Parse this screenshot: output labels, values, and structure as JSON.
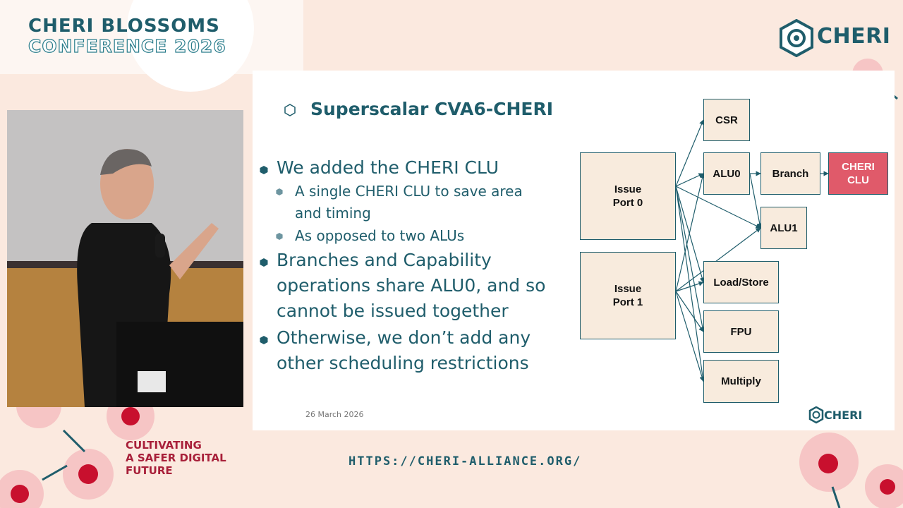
{
  "conference": {
    "title": "CHERI BLOSSOMS",
    "subtitle": "CONFERENCE 2026",
    "brand": "CHERI",
    "tagline": [
      "CULTIVATING",
      "A SAFER DIGITAL",
      "FUTURE"
    ],
    "url": "HTTPS://CHERI-ALLIANCE.ORG/"
  },
  "slide": {
    "title": "Superscalar CVA6-CHERI",
    "bullets": [
      {
        "level": 1,
        "lines": [
          "We added the CHERI CLU"
        ]
      },
      {
        "level": 2,
        "lines": [
          "A single CHERI CLU to save area",
          "and timing"
        ]
      },
      {
        "level": 2,
        "lines": [
          "As opposed to two ALUs"
        ]
      },
      {
        "level": 1,
        "lines": [
          "Branches and Capability",
          "operations share ALU0, and so",
          "cannot be issued together"
        ]
      },
      {
        "level": 1,
        "lines": [
          "Otherwise, we don’t add any",
          "other scheduling restrictions"
        ]
      }
    ],
    "date": "26 March 2026",
    "footer_brand": "CHERI",
    "diagram": {
      "nodes": [
        {
          "id": "port0",
          "label": "Issue\nPort 0"
        },
        {
          "id": "port1",
          "label": "Issue\nPort 1"
        },
        {
          "id": "csr",
          "label": "CSR"
        },
        {
          "id": "alu0",
          "label": "ALU0"
        },
        {
          "id": "branch",
          "label": "Branch"
        },
        {
          "id": "clu",
          "label": "CHERI\nCLU"
        },
        {
          "id": "alu1",
          "label": "ALU1"
        },
        {
          "id": "ls",
          "label": "Load/Store"
        },
        {
          "id": "fpu",
          "label": "FPU"
        },
        {
          "id": "mul",
          "label": "Multiply"
        }
      ],
      "edges": [
        [
          "port0",
          "csr"
        ],
        [
          "port0",
          "alu0"
        ],
        [
          "port0",
          "alu1"
        ],
        [
          "port0",
          "ls"
        ],
        [
          "port0",
          "fpu"
        ],
        [
          "port0",
          "mul"
        ],
        [
          "port1",
          "alu0"
        ],
        [
          "port1",
          "alu1"
        ],
        [
          "port1",
          "ls"
        ],
        [
          "port1",
          "fpu"
        ],
        [
          "port1",
          "mul"
        ],
        [
          "alu0",
          "branch"
        ],
        [
          "alu0",
          "alu1"
        ],
        [
          "branch",
          "clu"
        ]
      ]
    }
  },
  "colors": {
    "teal": "#1f5d6b",
    "blossom": "#f6c5c5",
    "accent": "#e05a6a",
    "cherry": "#c8102e"
  }
}
